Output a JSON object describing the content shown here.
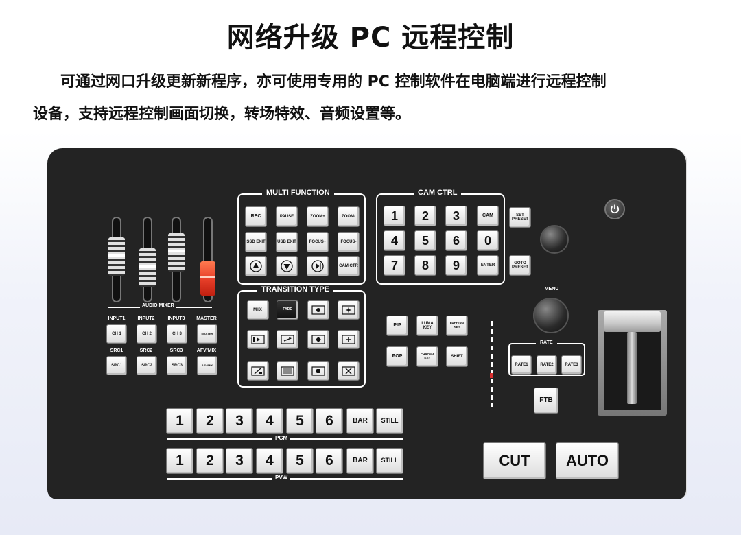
{
  "heading": "网络升级  PC 远程控制",
  "paragraph": {
    "line1": "可通过网口升级更新新程序，亦可使用专用的 PC 控制软件在电脑端进行远程控制",
    "line2": "设备，支持远程控制画面切换，转场特效、音频设置等。"
  },
  "panel": {
    "audio_mixer_label": "AUDIO MIXER",
    "input_labels": [
      "INPUT1",
      "INPUT2",
      "INPUT3",
      "MASTER"
    ],
    "input_buttons": [
      "CH 1",
      "CH 2",
      "CH 3",
      "MASTER"
    ],
    "src_labels": [
      "SRC1",
      "SRC2",
      "SRC3",
      "AFV/MIX"
    ],
    "src_buttons": [
      "SRC1",
      "SRC2",
      "SRC3",
      "AFV/MIX"
    ],
    "multi_function": {
      "title": "MULTI FUNCTION",
      "buttons": [
        "REC",
        "PAUSE",
        "ZOOM+",
        "ZOOM-",
        "SSD EXIT",
        "USB EXIT",
        "FOCUS+",
        "FOCUS-",
        "▲",
        "▼",
        "▶|",
        "CAM CTR"
      ]
    },
    "cam_ctrl": {
      "title": "CAM CTRL",
      "buttons": [
        "1",
        "2",
        "3",
        "CAM",
        "4",
        "5",
        "6",
        "0",
        "7",
        "8",
        "9",
        "ENTER"
      ]
    },
    "set_preset": "SET PRESET",
    "goto_preset": "GOTO PRESET",
    "transition_type": {
      "title": "TRANSITION TYPE",
      "buttons": [
        "MIX",
        "FADE"
      ]
    },
    "pip_keys": [
      "PIP",
      "LUMA KEY",
      "PATTERN KEY",
      "POP",
      "CHROMA KEY",
      "SHIFT"
    ],
    "menu_label": "MENU",
    "rate": {
      "title": "RATE",
      "buttons": [
        "RATE1",
        "RATE2",
        "RATE3"
      ]
    },
    "ftb": "FTB",
    "pgm": {
      "label": "PGM",
      "buttons": [
        "1",
        "2",
        "3",
        "4",
        "5",
        "6",
        "BAR",
        "STILL"
      ]
    },
    "pvw": {
      "label": "PVW",
      "buttons": [
        "1",
        "2",
        "3",
        "4",
        "5",
        "6",
        "BAR",
        "STILL"
      ]
    },
    "cut": "CUT",
    "auto": "AUTO"
  },
  "colors": {
    "panel": "#232323",
    "button_face": "#efefef",
    "master_fader": "#e8402a"
  },
  "icons": [
    "power-icon",
    "up-arrow-icon",
    "down-arrow-icon",
    "next-icon",
    "dot-icon",
    "sparkle-icon",
    "slide-icon",
    "swap-icon",
    "diamond-icon",
    "plus-icon",
    "wipe-icon",
    "bars-icon",
    "square-icon",
    "x-icon"
  ]
}
